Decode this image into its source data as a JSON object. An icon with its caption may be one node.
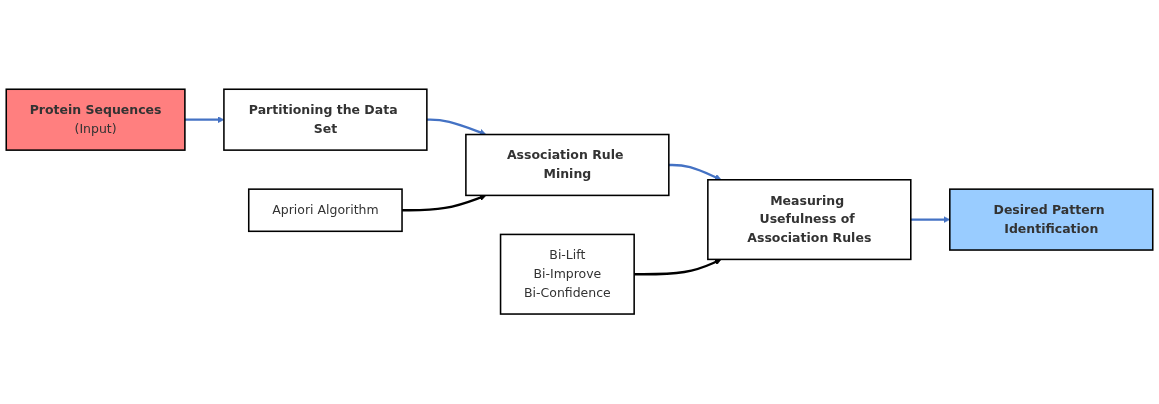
{
  "diagram": {
    "nodes": [
      {
        "text": [
          "Protein Sequences",
          "(Input)"
        ]
      },
      {
        "text": [
          "Partitioning the Data Set"
        ]
      },
      {
        "text": [
          "Association Rule Mining"
        ]
      },
      {
        "text": [
          "Measuring Usefulness of Association Rules"
        ]
      },
      {
        "text": [
          "Desired Pattern Identification"
        ]
      },
      {
        "text": [
          "Apriori Algorithm"
        ]
      },
      {
        "text": [
          "Bi-Lift",
          "Bi-Improve",
          "Bi-Confidence"
        ]
      }
    ],
    "edges": [
      {
        "from": 0,
        "to": 1,
        "arrow": "to"
      },
      {
        "from": 1,
        "to": 2,
        "arrow": "to"
      },
      {
        "from": 2,
        "to": 3,
        "arrow": "to"
      },
      {
        "from": 3,
        "to": 4,
        "arrow": "to"
      },
      {
        "from": 5,
        "to": 2,
        "arrow": "to",
        "color": "#000000"
      },
      {
        "from": 6,
        "to": 3,
        "arrow": "to",
        "color": "#000000"
      }
    ]
  }
}
